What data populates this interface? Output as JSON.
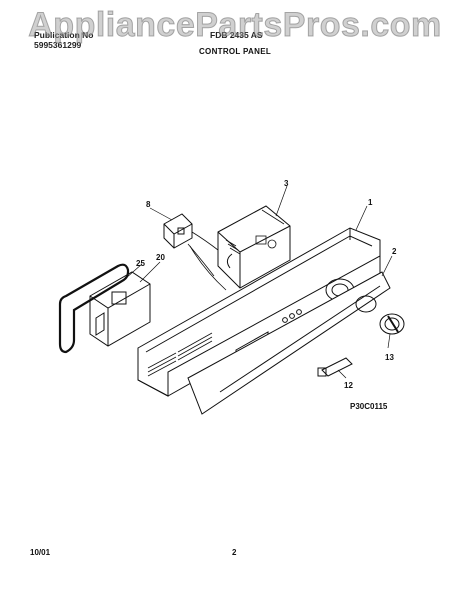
{
  "header": {
    "line1_left": "Publication No",
    "line2_left": "5995361299",
    "model": "FDB 2435 AS",
    "title": "CONTROL PANEL"
  },
  "watermark": "AppliancePartsPros.com",
  "callouts": {
    "c1": "1",
    "c2": "2",
    "c3": "3",
    "c8": "8",
    "c12": "12",
    "c13": "13",
    "c20": "20",
    "c25": "25"
  },
  "figure_code": "P30C0115",
  "footer": {
    "date": "10/01",
    "page": "2"
  }
}
